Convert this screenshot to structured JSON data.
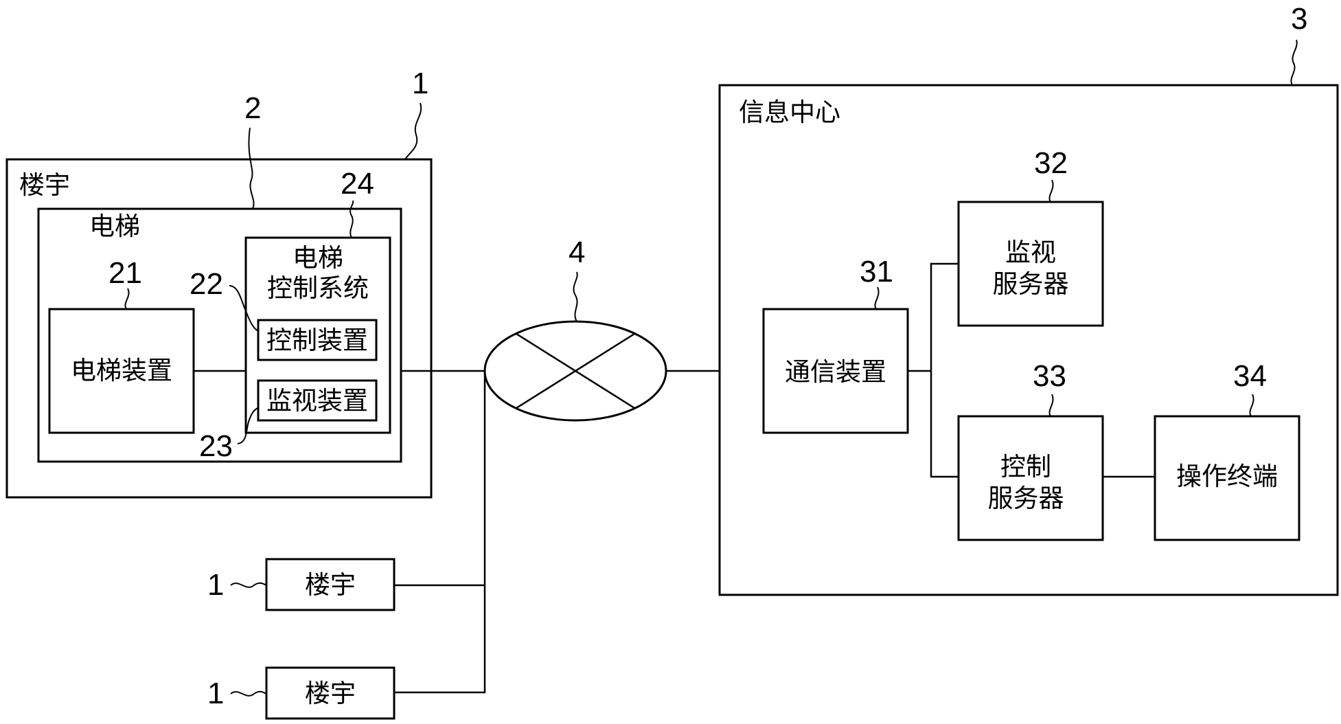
{
  "building_main": {
    "title": "楼宇",
    "ref": "1"
  },
  "elevator": {
    "title": "电梯",
    "ref": "2"
  },
  "elevator_device": {
    "label": "电梯装置",
    "ref": "21"
  },
  "control_system": {
    "label_line1": "电梯",
    "label_line2": "控制系统",
    "ref": "24"
  },
  "control_device": {
    "label": "控制装置",
    "ref": "22"
  },
  "monitor_device": {
    "label": "监视装置",
    "ref": "23"
  },
  "network": {
    "ref": "4"
  },
  "info_center": {
    "title": "信息中心",
    "ref": "3"
  },
  "comm_device": {
    "label": "通信装置",
    "ref": "31"
  },
  "monitor_server": {
    "label_line1": "监视",
    "label_line2": "服务器",
    "ref": "32"
  },
  "control_server": {
    "label_line1": "控制",
    "label_line2": "服务器",
    "ref": "33"
  },
  "operation_terminal": {
    "label": "操作终端",
    "ref": "34"
  },
  "other_buildings": [
    {
      "label": "楼宇",
      "ref": "1"
    },
    {
      "label": "楼宇",
      "ref": "1"
    }
  ]
}
